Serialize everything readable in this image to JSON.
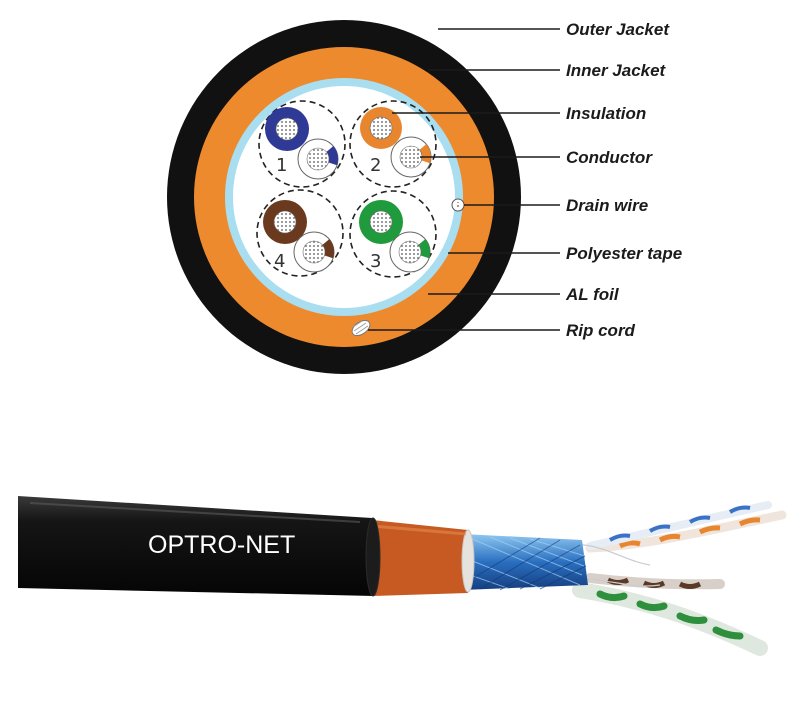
{
  "labels": {
    "outer_jacket": "Outer Jacket",
    "inner_jacket": "Inner Jacket",
    "insulation": "Insulation",
    "conductor": "Conductor",
    "drain_wire": "Drain wire",
    "polyester_tape": "Polyester tape",
    "al_foil": "AL foil",
    "rip_cord": "Rip cord"
  },
  "pairs": [
    {
      "number": "1",
      "color": "#2f3a96"
    },
    {
      "number": "2",
      "color": "#e8862f"
    },
    {
      "number": "3",
      "color": "#1f9a3c"
    },
    {
      "number": "4",
      "color": "#6b3a1e"
    }
  ],
  "brand_text": "OPTRO-NET",
  "colors": {
    "outer_jacket": "#111111",
    "inner_jacket": "#ee8a2e",
    "polyester_tape": "#a9def0",
    "foil": "#2a6fc0",
    "copper_jacket": "#c65a22"
  }
}
